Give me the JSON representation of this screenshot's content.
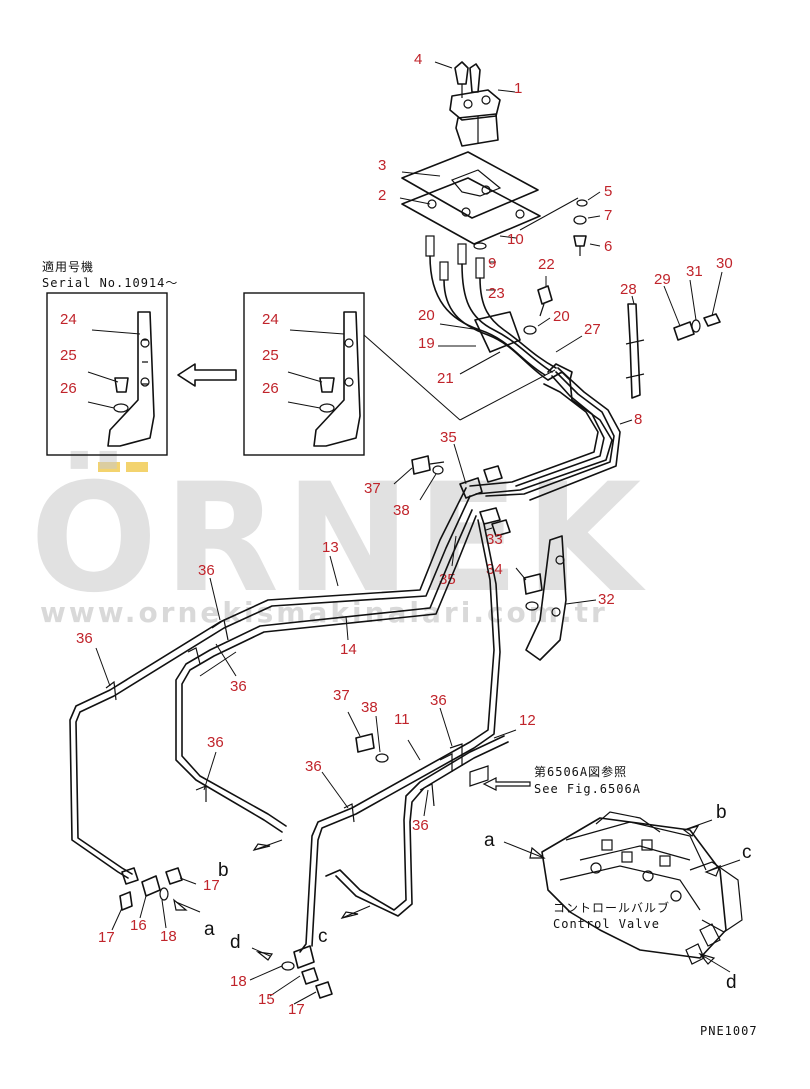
{
  "header_left": {
    "applicable_jp": "適用号機",
    "serial": "Serial No.10914〜"
  },
  "reference": {
    "fig_jp": "第6506A図参照",
    "fig_en": "See Fig.6506A"
  },
  "control_valve": {
    "jp": "コントロールバルブ",
    "en": "Control Valve"
  },
  "drawing_code": "PNE1007",
  "watermark": {
    "brand": "ÖRNEK",
    "url": "www.ornekismakinalari.com.tr"
  },
  "part_numbers": {
    "p1": "1",
    "p2": "2",
    "p3": "3",
    "p4": "4",
    "p5": "5",
    "p6": "6",
    "p7": "7",
    "p8": "8",
    "p9": "9",
    "p10": "10",
    "p11": "11",
    "p12": "12",
    "p13": "13",
    "p14": "14",
    "p15": "15",
    "p16": "16",
    "p17a": "17",
    "p17b": "17",
    "p17c": "17",
    "p18a": "18",
    "p18b": "18",
    "p19": "19",
    "p20a": "20",
    "p20b": "20",
    "p21": "21",
    "p22": "22",
    "p23": "23",
    "p24a": "24",
    "p24b": "24",
    "p25a": "25",
    "p25b": "25",
    "p26a": "26",
    "p26b": "26",
    "p27": "27",
    "p28": "28",
    "p29": "29",
    "p30": "30",
    "p31": "31",
    "p32": "32",
    "p33": "33",
    "p34": "34",
    "p35a": "35",
    "p35b": "35",
    "p36a": "36",
    "p36b": "36",
    "p36c": "36",
    "p36d": "36",
    "p36e": "36",
    "p36f": "36",
    "p36g": "36",
    "p36h": "36",
    "p37a": "37",
    "p37b": "37",
    "p38a": "38",
    "p38b": "38"
  },
  "port_letters": {
    "a1": "a",
    "a2": "a",
    "b1": "b",
    "b2": "b",
    "c1": "c",
    "c2": "c",
    "d1": "d",
    "d2": "d"
  }
}
